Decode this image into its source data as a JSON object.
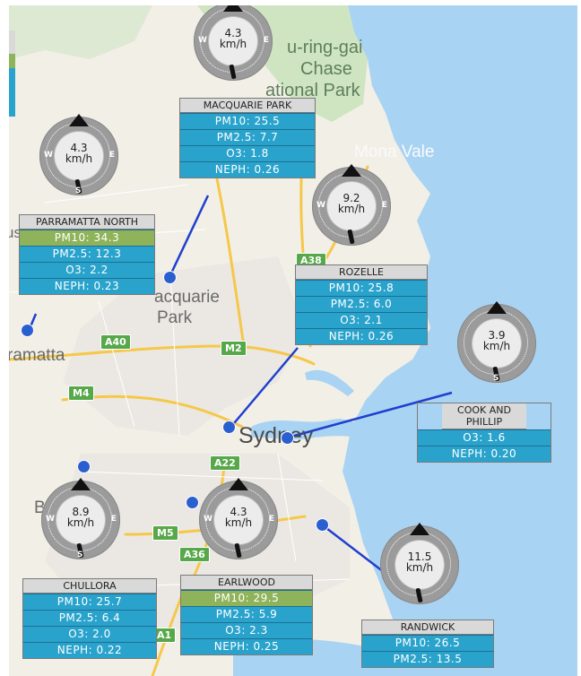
{
  "map": {
    "place_labels": {
      "kuringgai": "u-ring-gai",
      "chase": "Chase",
      "national_park": "ational Park",
      "mona_vale": "Mona Vale",
      "macquarie_park_1": "acquarie",
      "macquarie_park_2": "Park",
      "parramatta": "ramatta",
      "sydney": "Sydney",
      "bankstown": "Ba",
      "edge_us": "us"
    },
    "road_shields": {
      "a38": "A38",
      "a40": "A40",
      "m2": "M2",
      "m4": "M4",
      "a22": "A22",
      "m5": "M5",
      "a36": "A36",
      "a1": "A1"
    },
    "colors": {
      "water": "#a9d3f2",
      "land": "#f2efe7",
      "station_marker": "#2a5fd0",
      "pollutant_row": "#2aa3cc",
      "pollutant_row_elevated": "#8fb35a",
      "station_name_bg": "#d9d9d9"
    }
  },
  "stations": [
    {
      "id": "macquarie-park",
      "name": "MACQUARIE PARK",
      "wind_speed": "4.3",
      "wind_unit": "km/h",
      "readings": [
        "PM10: 25.5",
        "PM2.5: 7.7",
        "O3: 1.8",
        "NEPH: 0.26"
      ],
      "elevated": []
    },
    {
      "id": "parramatta-north",
      "name": "PARRAMATTA NORTH",
      "wind_speed": "4.3",
      "wind_unit": "km/h",
      "readings": [
        "PM10: 34.3",
        "PM2.5: 12.3",
        "O3: 2.2",
        "NEPH: 0.23"
      ],
      "elevated": [
        0
      ]
    },
    {
      "id": "rozelle",
      "name": "ROZELLE",
      "wind_speed": "9.2",
      "wind_unit": "km/h",
      "readings": [
        "PM10: 25.8",
        "PM2.5: 6.0",
        "O3: 2.1",
        "NEPH: 0.26"
      ],
      "elevated": []
    },
    {
      "id": "cook-and-phillip",
      "name": "COOK AND PHILLIP",
      "wind_speed": "3.9",
      "wind_unit": "km/h",
      "readings": [
        "O3: 1.6",
        "NEPH: 0.20"
      ],
      "elevated": []
    },
    {
      "id": "chullora",
      "name": "CHULLORA",
      "wind_speed": "8.9",
      "wind_unit": "km/h",
      "readings": [
        "PM10: 25.7",
        "PM2.5: 6.4",
        "O3: 2.0",
        "NEPH: 0.22"
      ],
      "elevated": []
    },
    {
      "id": "earlwood",
      "name": "EARLWOOD",
      "wind_speed": "4.3",
      "wind_unit": "km/h",
      "readings": [
        "PM10: 29.5",
        "PM2.5: 5.9",
        "O3: 2.3",
        "NEPH: 0.25"
      ],
      "elevated": [
        0
      ]
    },
    {
      "id": "randwick",
      "name": "RANDWICK",
      "wind_speed": "11.5",
      "wind_unit": "km/h",
      "readings": [
        "PM10: 26.5",
        "PM2.5: 13.5"
      ],
      "elevated": []
    }
  ],
  "compass": {
    "n": "N",
    "e": "E",
    "s": "S",
    "w": "W"
  }
}
